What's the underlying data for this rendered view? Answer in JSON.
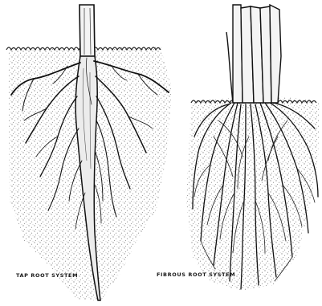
{
  "illustration": {
    "panels": [
      {
        "caption": "TAP ROOT SYSTEM",
        "icon": "tap-root-illustration"
      },
      {
        "caption": "FIBROUS ROOT SYSTEM",
        "icon": "fibrous-root-illustration"
      }
    ]
  }
}
